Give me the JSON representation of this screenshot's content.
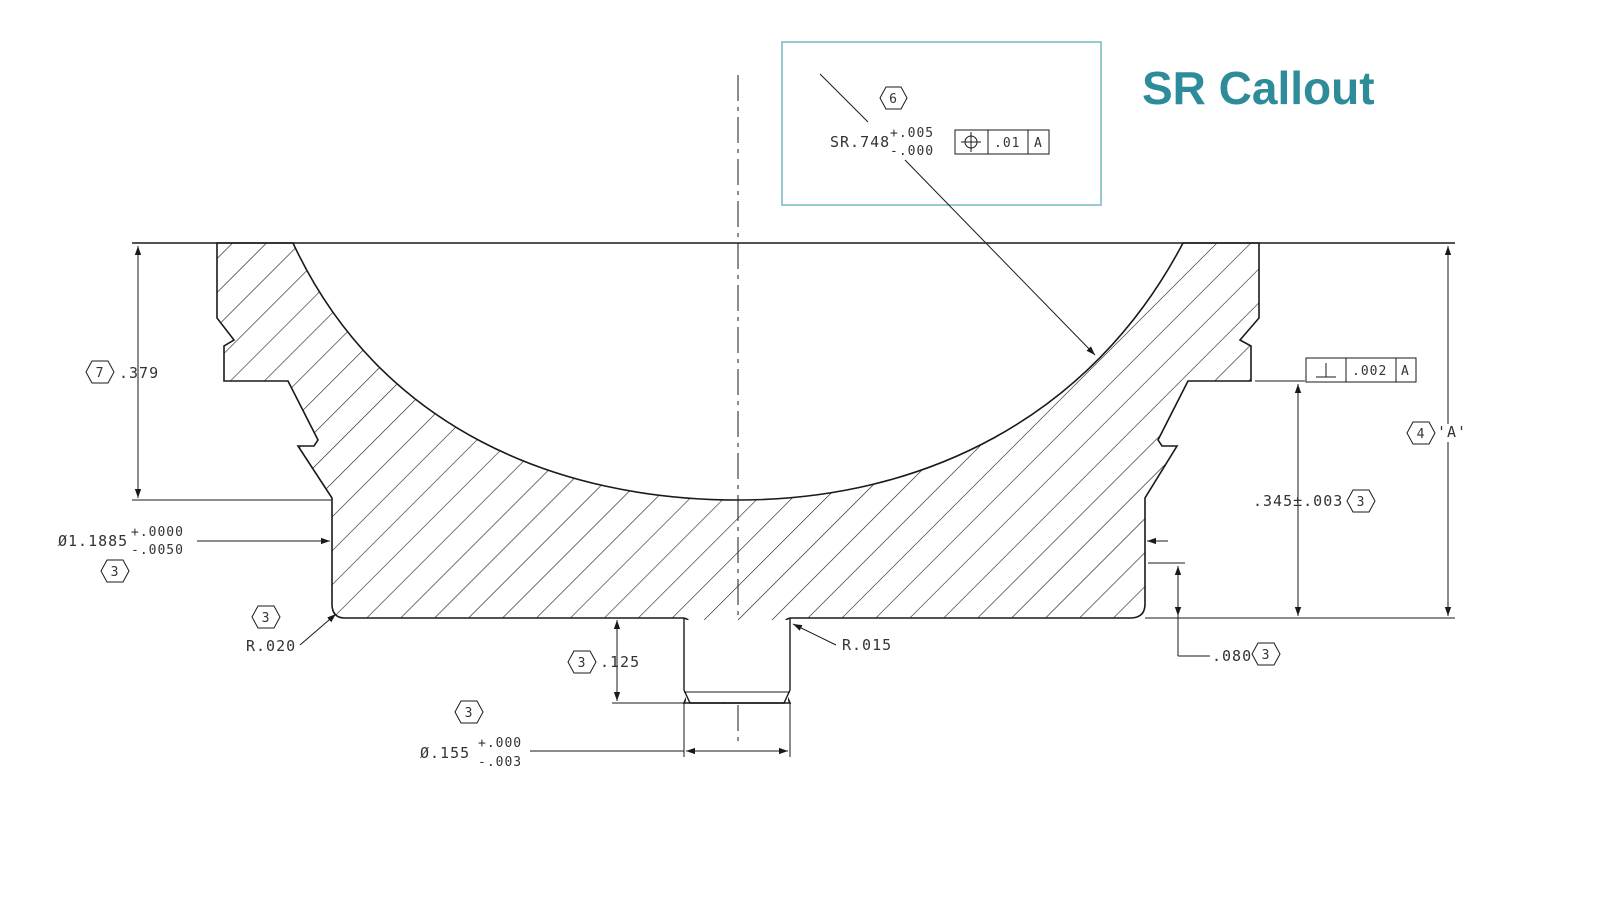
{
  "title": "SR Callout",
  "colors": {
    "accent": "#2e8b9a",
    "callout_box": "#7fbcc4",
    "line": "#1a1a1a"
  },
  "callout": {
    "note": "6",
    "label": "SR.748",
    "tol_plus": "+.005",
    "tol_minus": "-.000",
    "fcf_symbol": "position-icon",
    "fcf_value": ".01",
    "fcf_datum": "A"
  },
  "dimensions": {
    "height_left": {
      "note": "7",
      "value": ".379"
    },
    "diameter_main": {
      "value": "Ø1.1885",
      "tol_plus": "+.0000",
      "tol_minus": "-.0050",
      "note": "3"
    },
    "radius_left": {
      "note": "3",
      "value": "R.020"
    },
    "stem_height": {
      "note": "3",
      "value": ".125"
    },
    "stem_diameter": {
      "note": "3",
      "value": "Ø.155",
      "tol_plus": "+.000",
      "tol_minus": "-.003"
    },
    "radius_right": {
      "value": "R.015"
    },
    "step_height": {
      "value": ".080",
      "note": "3"
    },
    "mid_height": {
      "value": ".345±.003",
      "note": "3"
    },
    "datum": {
      "note": "4",
      "value": "'A'"
    },
    "perp_fcf": {
      "symbol": "perpendicularity-icon",
      "value": ".002",
      "datum": "A"
    }
  }
}
